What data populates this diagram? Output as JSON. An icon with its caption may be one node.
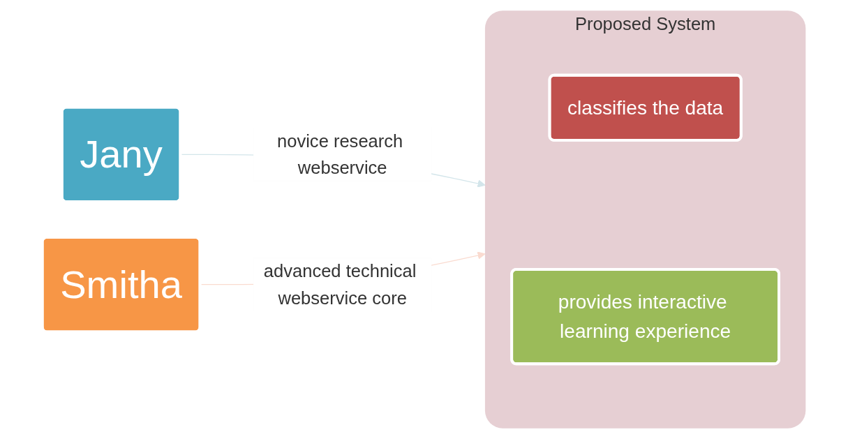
{
  "diagram": {
    "nodes": [
      {
        "text": [
          "Jany"
        ]
      },
      {
        "text": [
          "Smitha"
        ]
      },
      {
        "text": [
          "Proposed System"
        ]
      },
      {
        "text": [
          "classifies the data"
        ],
        "in": 2
      },
      {
        "text": [
          "provides interactive learning experience"
        ],
        "in": 2
      }
    ],
    "edges": [
      {
        "from": 0,
        "to": 2,
        "arrow": "to",
        "label": "novice research webservice",
        "color": "#d3e5ea"
      },
      {
        "from": 1,
        "to": 2,
        "arrow": "to",
        "label": "advanced technical webservice core",
        "color": "#fadbd0"
      }
    ]
  }
}
